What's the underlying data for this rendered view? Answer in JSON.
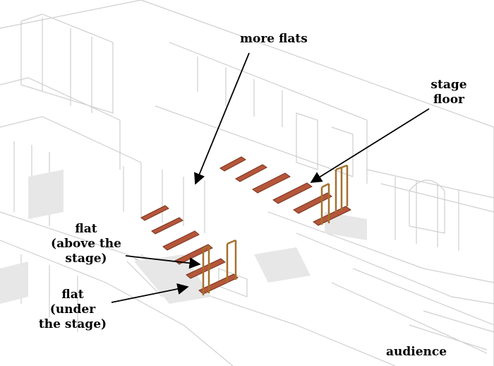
{
  "labels": {
    "more_flats": "more flats",
    "stage_floor": [
      "stage",
      "floor"
    ],
    "flat_above": [
      "flat",
      "(above the",
      "stage)"
    ],
    "flat_under": [
      "flat",
      "(under",
      "the stage)"
    ],
    "audience": "audience"
  },
  "colors": {
    "flat_fill": "#b5563a",
    "flat_edge": "#7a3520",
    "frame": "#a5702d",
    "drawing_line": "#cfcfcf",
    "shadow": "#e7e7e7",
    "text": "#000000"
  }
}
